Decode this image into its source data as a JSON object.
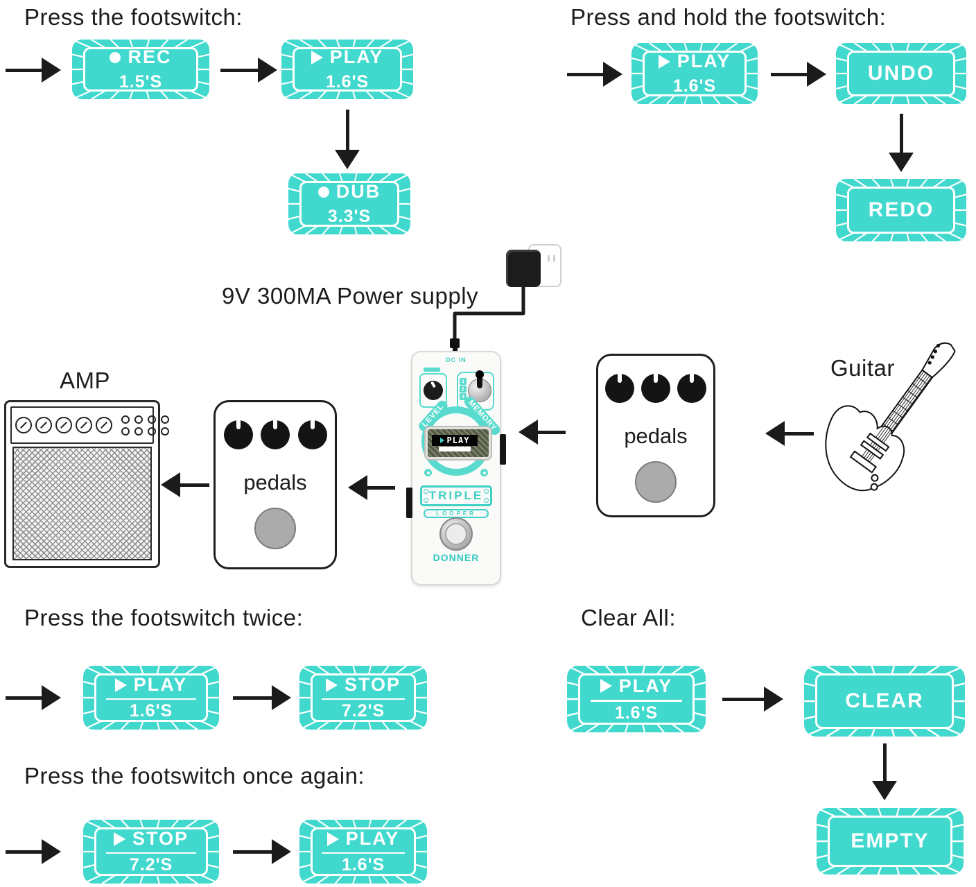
{
  "colors": {
    "accent_teal": "#41d8cd",
    "pedal_teal": "#58dbce",
    "ink": "#1c1c1c",
    "footswitch_gray": "#ababab"
  },
  "titles": {
    "press": "Press the footswitch:",
    "press_hold": "Press and hold the footswitch:",
    "press_twice": "Press the footswitch twice:",
    "press_again": "Press the footswitch once again:",
    "clear_all": "Clear All:",
    "power": "9V 300MA Power supply",
    "amp": "AMP",
    "guitar": "Guitar"
  },
  "badges": {
    "tl_rec": {
      "icon": "record",
      "label": "REC",
      "time": "1.5'S"
    },
    "tl_play": {
      "icon": "play",
      "label": "PLAY",
      "time": "1.6'S"
    },
    "tl_dub": {
      "icon": "record",
      "label": "DUB",
      "time": "3.3'S"
    },
    "tr_play": {
      "icon": "play",
      "label": "PLAY",
      "time": "1.6'S"
    },
    "tr_undo": {
      "label": "UNDO"
    },
    "tr_redo": {
      "label": "REDO"
    },
    "bl_play": {
      "icon": "play",
      "label": "PLAY",
      "time": "1.6'S"
    },
    "bl_stop": {
      "icon": "play",
      "label": "STOP",
      "time": "7.2'S"
    },
    "bl2_stop": {
      "icon": "play",
      "label": "STOP",
      "time": "7.2'S"
    },
    "bl2_play": {
      "icon": "play",
      "label": "PLAY",
      "time": "1.6'S"
    },
    "br_play": {
      "icon": "play",
      "label": "PLAY",
      "time": "1.6'S"
    },
    "br_clear": {
      "label": "CLEAR"
    },
    "br_empty": {
      "label": "EMPTY"
    }
  },
  "rig": {
    "pedals_left": "pedals",
    "pedals_right": "pedals",
    "looper": {
      "dc_in": "DC IN",
      "level": "LEVEL",
      "memory": "MEMORY",
      "memory_slots": [
        "1",
        "2",
        "3"
      ],
      "display": "PLAY",
      "name_top": "TRIPLE",
      "name_bottom": "LOOPER",
      "brand": "DONNER"
    }
  }
}
